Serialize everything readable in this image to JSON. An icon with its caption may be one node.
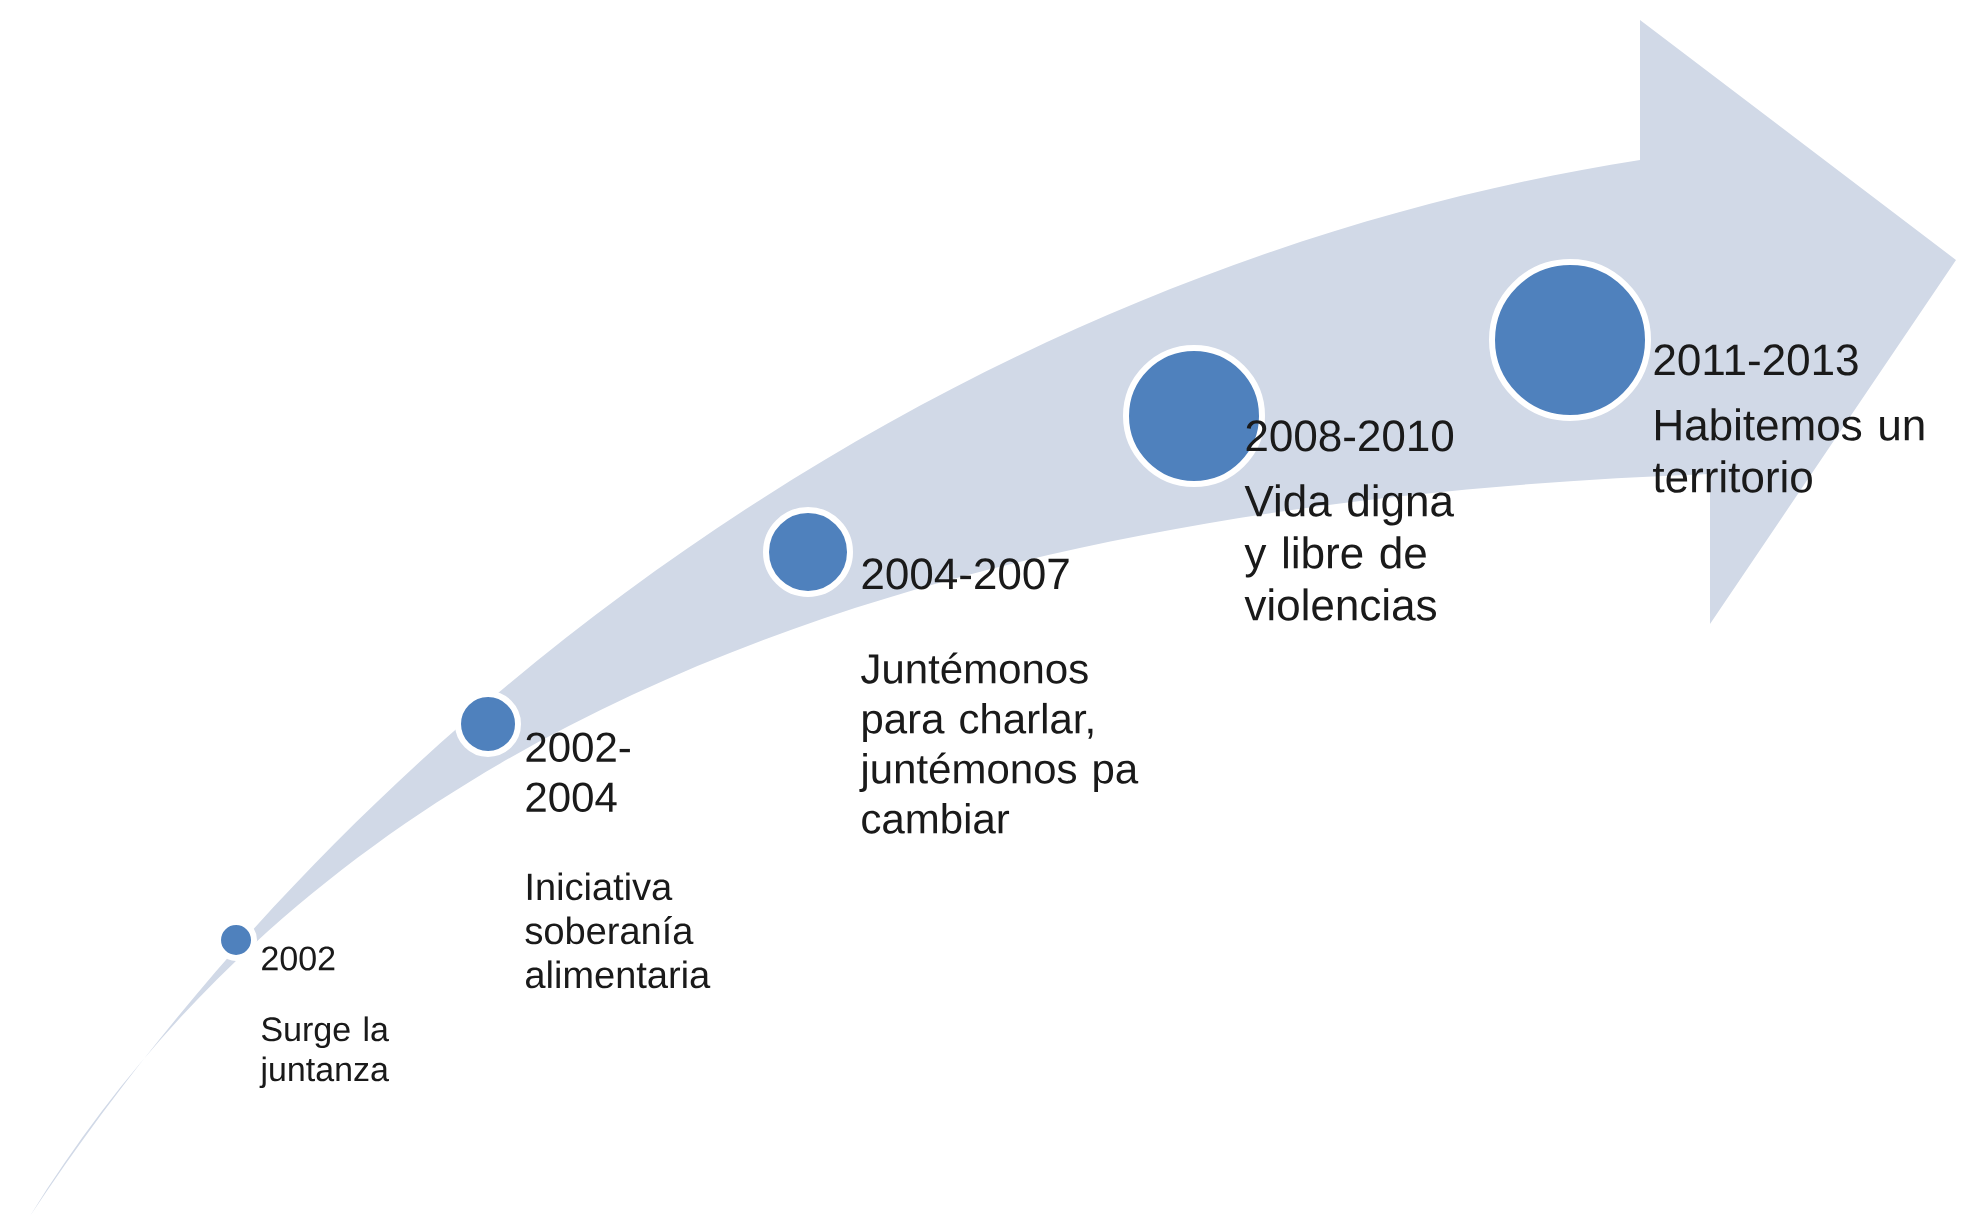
{
  "diagram": {
    "nodes": [
      {
        "text": [],
        "shape": "circle",
        "beside": [
          "2002",
          "Surge la juntanza"
        ]
      },
      {
        "text": [],
        "shape": "circle",
        "beside": [
          "2002-2004",
          "Iniciativa soberanía alimentaria"
        ]
      },
      {
        "text": [],
        "shape": "circle",
        "beside": [
          "2004-2007",
          "Juntémonos para charlar, juntémonos pa cambiar"
        ]
      },
      {
        "text": [],
        "shape": "circle",
        "beside": [
          "2008-2010",
          "Vida digna y libre de violencias"
        ]
      },
      {
        "text": [],
        "shape": "circle",
        "beside": [
          "2011-2013",
          "Habitemos un territorio"
        ]
      }
    ]
  }
}
